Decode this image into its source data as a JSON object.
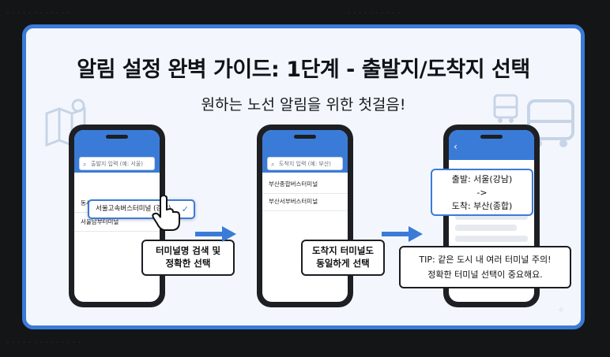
{
  "title": "알림 설정 완벽 가이드: 1단계 - 출발지/도착지 선택",
  "subtitle": "원하는 노선 알림을 위한 첫걸음!",
  "phone1": {
    "search_placeholder": "출발지 입력 (예: 서울)",
    "items": [
      "서울고속버스터미널 (강남)",
      "동서울터미널",
      "서울남부터미널"
    ],
    "callout": [
      "터미널명 검색 및",
      "정확한 선택"
    ]
  },
  "phone2": {
    "search_placeholder": "도착지 입력 (예: 부산)",
    "items": [
      "부산종합버스터미널",
      "부산서부버스터미널"
    ],
    "callout": [
      "도착지 터미널도",
      "동일하게 선택"
    ]
  },
  "phone3": {
    "summary": [
      "출발: 서울(강남)",
      "->",
      "도착: 부산(종합)"
    ],
    "tip": [
      "TIP: 같은 도시 내 여러 터미널 주의!",
      "정확한 터미널 선택이 중요해요."
    ]
  },
  "colors": {
    "accent": "#3b7bd8",
    "background": "#f3f7fd",
    "frame": "#141517"
  },
  "icons": [
    "map-icon",
    "bus-icon",
    "hand-pointer-icon",
    "check-icon",
    "arrow-right-icon",
    "back-chevron-icon"
  ]
}
